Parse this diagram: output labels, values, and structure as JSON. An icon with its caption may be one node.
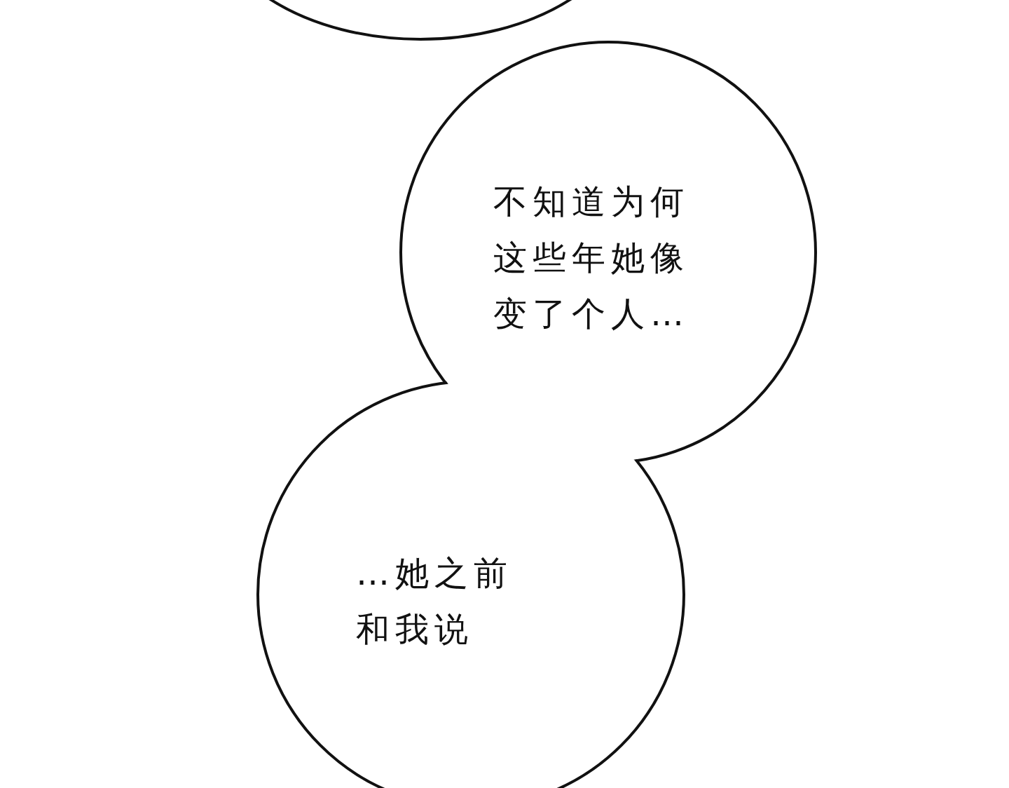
{
  "diagram": {
    "nodes": [
      {
        "text": [],
        "shape": "circle"
      },
      {
        "text": [
          "不知道为何这些年她像变了个人…"
        ]
      },
      {
        "text": [
          "…她之前和我说"
        ]
      }
    ]
  }
}
